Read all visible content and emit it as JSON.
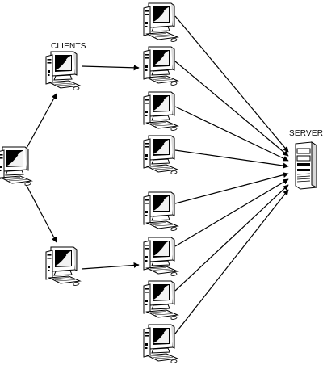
{
  "labels": {
    "clients": "CLIENTS",
    "server": "SERVER"
  },
  "colors": {
    "ink": "#000000",
    "paper": "#ffffff"
  },
  "nodes": {
    "root_client": "computer-icon",
    "upper_mid_client": "computer-icon",
    "lower_mid_client": "computer-icon",
    "outer_clients": 8,
    "server": "server-tower-icon"
  }
}
